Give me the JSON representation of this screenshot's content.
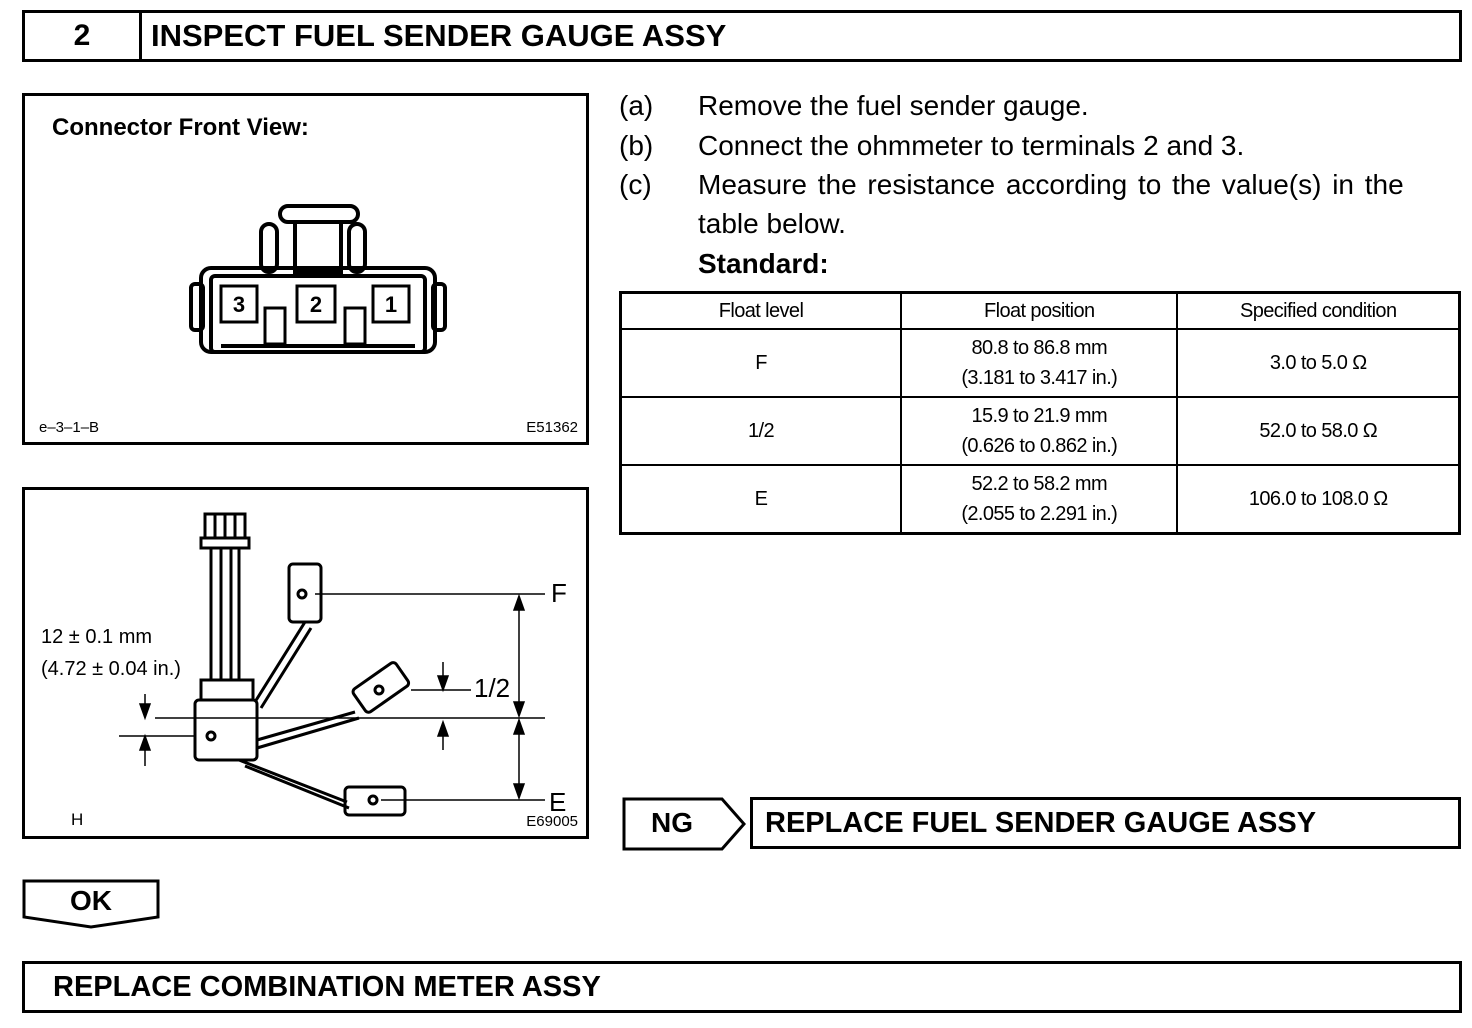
{
  "header": {
    "step_number": "2",
    "title": "INSPECT FUEL SENDER GAUGE ASSY"
  },
  "figure_connector": {
    "title": "Connector Front View:",
    "pins": [
      "3",
      "2",
      "1"
    ],
    "ref_left": "e–3–1–B",
    "ref_right": "E51362"
  },
  "figure_float": {
    "dimension_line1": "12 ± 0.1 mm",
    "dimension_line2": "(4.72 ± 0.04 in.)",
    "label_f": "F",
    "label_half": "1/2",
    "label_e": "E",
    "ref_left": "H",
    "ref_right": "E69005"
  },
  "steps": [
    {
      "label": "(a)",
      "text": "Remove the fuel sender gauge."
    },
    {
      "label": "(b)",
      "text": "Connect the ohmmeter to terminals 2 and 3."
    },
    {
      "label": "(c)",
      "text": "Measure the resistance according to the value(s) in the",
      "text_line2": "table below."
    }
  ],
  "standard_label": "Standard:",
  "table": {
    "headers": [
      "Float level",
      "Float position",
      "Specified condition"
    ],
    "rows": [
      {
        "level": "F",
        "position_mm": "80.8 to 86.8 mm",
        "position_in": "(3.181 to 3.417 in.)",
        "condition": "3.0 to 5.0 Ω"
      },
      {
        "level": "1/2",
        "position_mm": "15.9 to 21.9 mm",
        "position_in": "(0.626 to 0.862 in.)",
        "condition": "52.0 to 58.0 Ω"
      },
      {
        "level": "E",
        "position_mm": "52.2 to 58.2 mm",
        "position_in": "(2.055 to 2.291 in.)",
        "condition": "106.0 to 108.0 Ω"
      }
    ]
  },
  "ng": {
    "label": "NG",
    "result": "REPLACE FUEL SENDER GAUGE ASSY"
  },
  "ok": {
    "label": "OK"
  },
  "final_result": "REPLACE COMBINATION METER ASSY"
}
